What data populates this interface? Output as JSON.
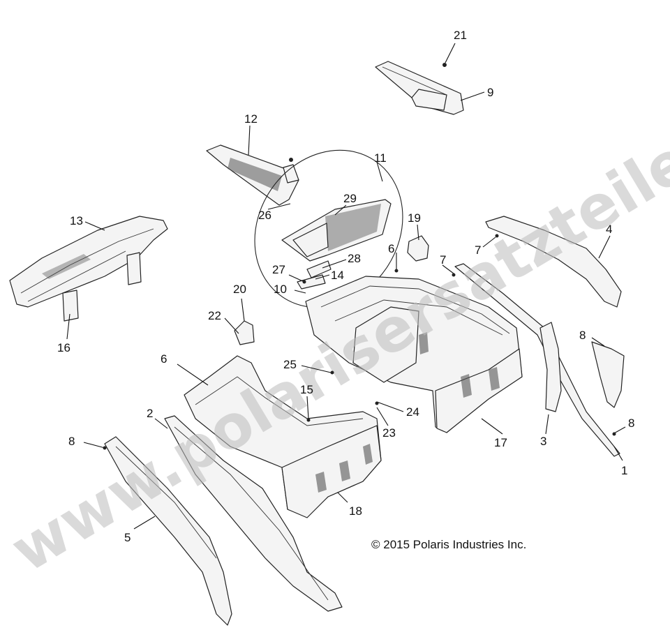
{
  "diagram": {
    "copyright": "© 2015 Polaris Industries Inc.",
    "watermark": "www.polarisersatzteile.de",
    "callouts": {
      "c1": "1",
      "c2": "2",
      "c3": "3",
      "c4": "4",
      "c5": "5",
      "c6a": "6",
      "c6b": "6",
      "c7a": "7",
      "c7b": "7",
      "c8a": "8",
      "c8b": "8",
      "c8c": "8",
      "c9": "9",
      "c10": "10",
      "c11": "11",
      "c12": "12",
      "c13": "13",
      "c14": "14",
      "c15": "15",
      "c16": "16",
      "c17": "17",
      "c18": "18",
      "c19": "19",
      "c20": "20",
      "c21": "21",
      "c22": "22",
      "c23": "23",
      "c24": "24",
      "c25": "25",
      "c26": "26",
      "c27": "27",
      "c28": "28",
      "c29": "29"
    }
  }
}
